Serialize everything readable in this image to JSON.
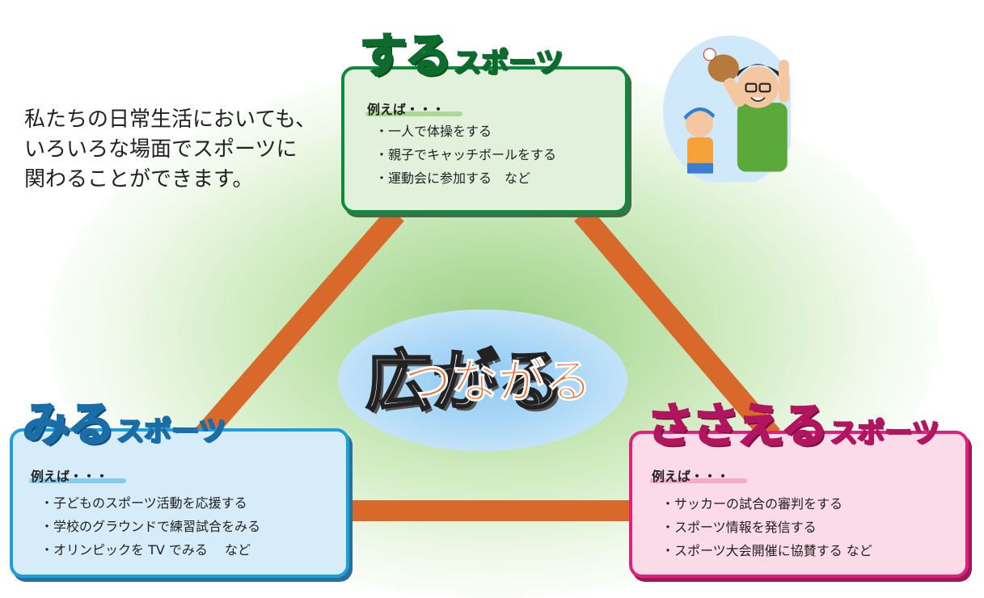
{
  "intro": {
    "lines": [
      "私たちの日常生活においても、",
      "いろいろな場面でスポーツに",
      "関わることができます。"
    ]
  },
  "center": {
    "kanji": "広",
    "kana": "つながる",
    "overlay": "がる"
  },
  "suru": {
    "title_big": "する",
    "title_small": "スポーツ",
    "example_label": "例えば・・・",
    "items": [
      "・一人で体操をする",
      "・親子でキャッチボールをする",
      "・運動会に参加する　など"
    ]
  },
  "miru": {
    "title_big": "みる",
    "title_small": "スポーツ",
    "example_label": "例えば・・・",
    "items": [
      "・子どものスポーツ活動を応援する",
      "・学校のグラウンドで練習試合をみる",
      "・オリンピックを TV でみる　 など"
    ]
  },
  "sasaeru": {
    "title_big": "ささえる",
    "title_small": "スポーツ",
    "example_label": "例えば・・・",
    "items": [
      "・サッカーの試合の審判をする",
      "・スポーツ情報を発信する",
      "・スポーツ大会開催に協賛する  など"
    ]
  },
  "colors": {
    "suru": "#0e8a3c",
    "miru": "#1e9fd8",
    "sasaeru": "#e0207a",
    "connector": "#d9682b",
    "center_text": "#ef6a2a"
  },
  "illustration": "baseball-catch-illustration"
}
